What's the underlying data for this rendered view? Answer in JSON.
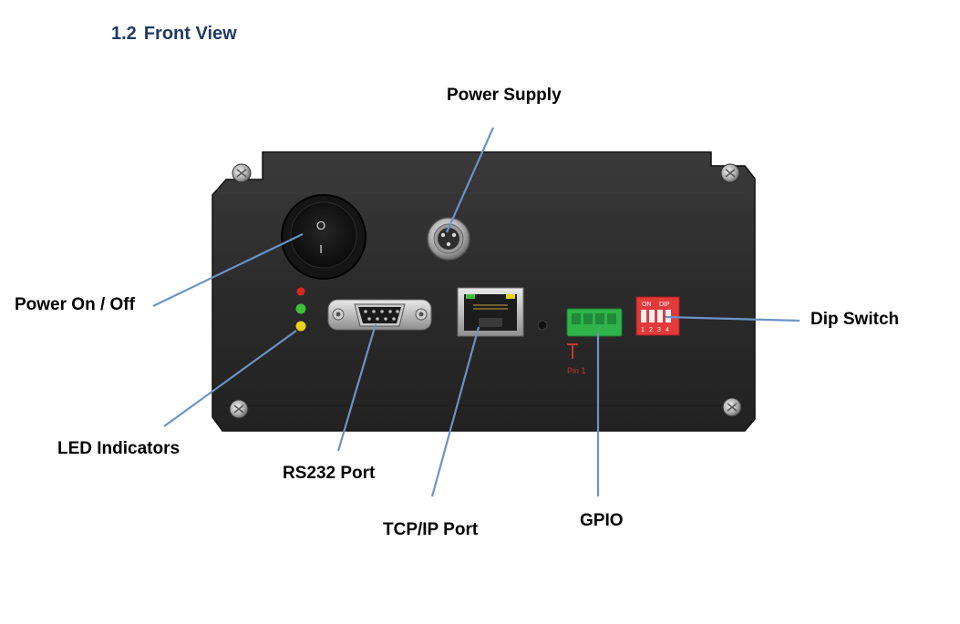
{
  "section": {
    "number": "1.2",
    "title": "Front View"
  },
  "labels": {
    "power_supply": "Power Supply",
    "power_on_off": "Power On / Off",
    "dip_switch": "Dip Switch",
    "led_indicators": "LED Indicators",
    "rs232_port": "RS232 Port",
    "tcpip_port": "TCP/IP Port",
    "gpio": "GPIO"
  },
  "device_markings": {
    "rocker_top": "O",
    "rocker_bottom": "I",
    "dip_on": "ON",
    "dip_dip": "DIP",
    "dip_numbers": [
      "1",
      "2",
      "3",
      "4"
    ],
    "gpio_pin": "Pin 1"
  },
  "colors": {
    "title": "#1f3a63",
    "callout_line": "#6b93c4",
    "device_body": "#2b2b2b",
    "led_red": "#d42a1e",
    "led_green": "#3fbf3a",
    "led_yellow": "#e8d21c",
    "gpio_green": "#2fb34a",
    "dip_red": "#e23a3a",
    "pin_marker_red": "#c0392b"
  },
  "icons": {
    "screws": "screw-icon",
    "power_connector": "circular-connector-icon",
    "db9": "db9-connector-icon",
    "rj45": "rj45-jack-icon"
  }
}
